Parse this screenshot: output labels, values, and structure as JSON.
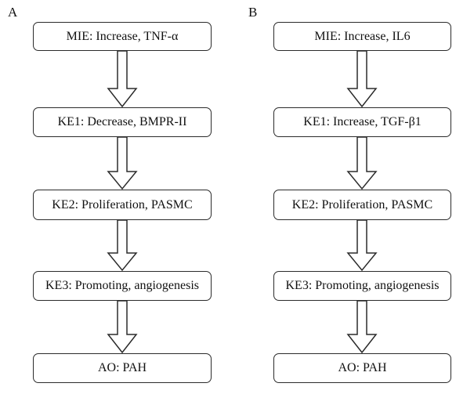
{
  "panels": [
    {
      "label": "A",
      "steps": [
        "MIE: Increase, TNF-α",
        "KE1: Decrease, BMPR-II",
        "KE2: Proliferation, PASMC",
        "KE3: Promoting, angiogenesis",
        "AO: PAH"
      ]
    },
    {
      "label": "B",
      "steps": [
        "MIE: Increase, IL6",
        "KE1: Increase, TGF-β1",
        "KE2: Proliferation, PASMC",
        "KE3: Promoting, angiogenesis",
        "AO: PAH"
      ]
    }
  ]
}
